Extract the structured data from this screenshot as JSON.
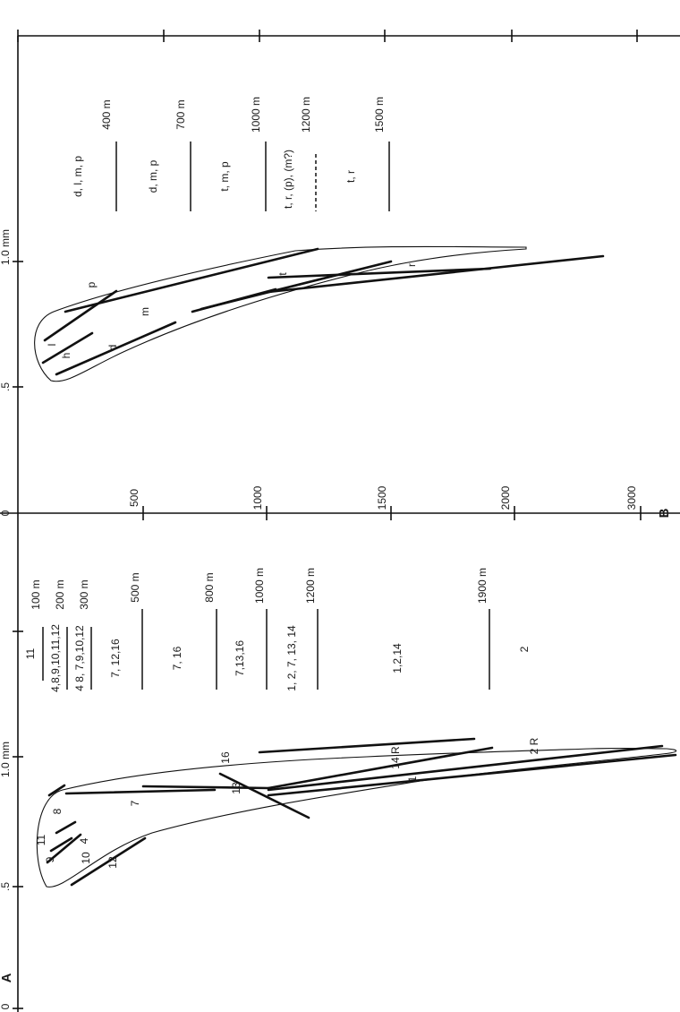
{
  "axis": {
    "scale_labels": [
      "0",
      ".5",
      "1.0 mm"
    ],
    "center_label_zero": "0",
    "b_scale_labels": [
      ".5",
      "1.0 mm"
    ],
    "center_depths": [
      "500",
      "1000",
      "1500",
      "2000",
      "3000"
    ]
  },
  "panel_a": {
    "letter": "A",
    "depth_markers": [
      "100 m",
      "200 m",
      "300 m",
      "500 m",
      "800 m",
      "1000 m",
      "1200 m",
      "1900 m"
    ],
    "zone_labels": [
      "11",
      "4,8,9,10,11,12",
      "4 8, 7,9,10,12",
      "7, 12,16",
      "7, 16",
      "7,13,16",
      "1, 2, 7, 13, 14",
      "1,2,14",
      "2"
    ],
    "segment_labels": [
      "9",
      "11",
      "8",
      "10",
      "4",
      "12",
      "7",
      "16",
      "13",
      "14 R",
      "1",
      "2 R"
    ]
  },
  "panel_b": {
    "letter": "B",
    "depth_markers": [
      "400 m",
      "700 m",
      "1000 m",
      "1200 m",
      "1500 m"
    ],
    "zone_labels": [
      "d, l, m, p",
      "d, m, p",
      "t, m, p",
      "t, r, (p), (m?)",
      "t, r"
    ],
    "segment_labels": [
      "l",
      "h",
      "d",
      "m",
      "p",
      "t",
      "r"
    ]
  }
}
